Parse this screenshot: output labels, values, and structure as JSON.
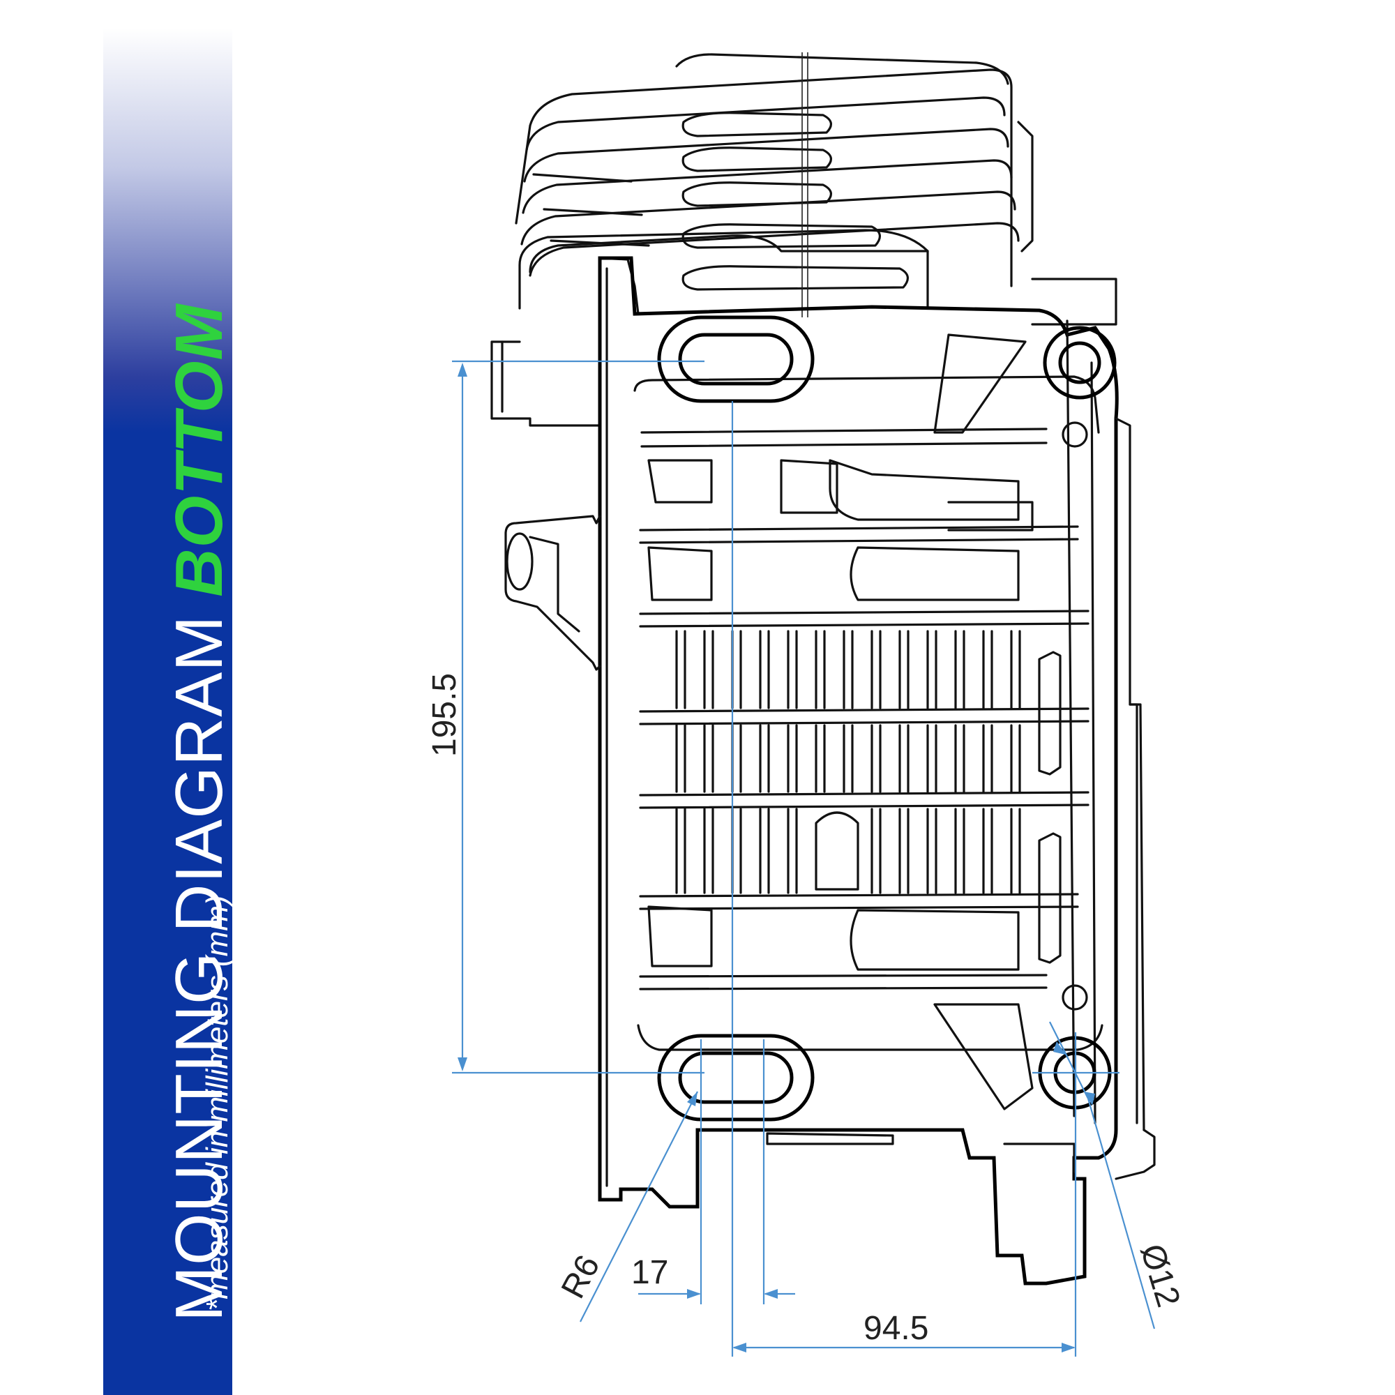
{
  "banner": {
    "title_main": "MOUNTING DIAGRAM",
    "title_accent": "BOTTOM",
    "subtitle": "*measured in millimeters (mm)",
    "colors": {
      "panel": "#0a34a1",
      "accent": "#2fd23e",
      "dimension": "#4a90d0"
    }
  },
  "dimensions": {
    "vertical_spacing": "195.5",
    "slot_width": "17",
    "horizontal_spacing": "94.5",
    "radius": "R6",
    "diameter": "Ø12"
  }
}
